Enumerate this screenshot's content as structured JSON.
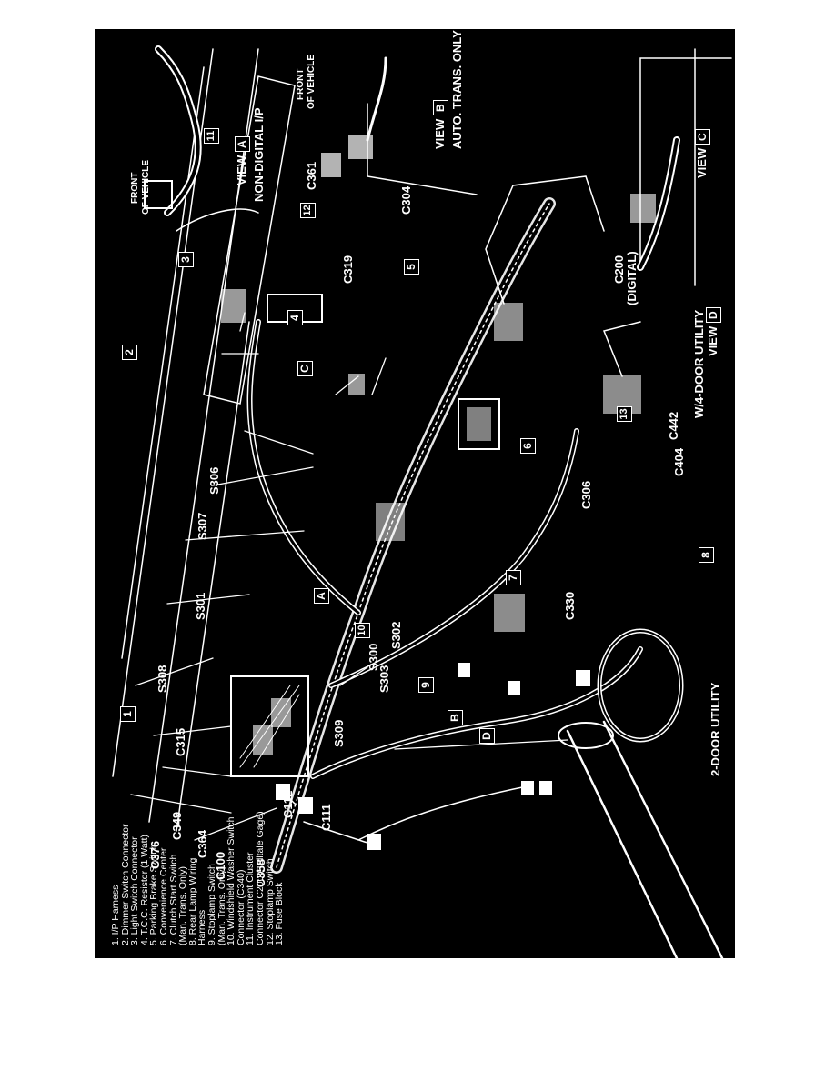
{
  "legend": [
    "1. I/P Harness",
    "2. Dimmer Switch Connector",
    "3. Light Switch Connector",
    "4. T.C.C. Resistor (1 Watt)",
    "5. Parking Brake Switch",
    "6. Convenience Center",
    "7. Clutch Start Switch",
    "    (Man. Trans. Only)",
    "8. Rear Lamp Wiring",
    "    Harness",
    "9. Stoplamp Switch",
    "    (Man. Trans. Only)",
    "10. Windshield Washer Switch",
    "    Connector (C340)",
    "11. Instrument Cluster",
    "    Connector C200 (Telltale Gage)",
    "12. Stoplamp Switch",
    "13. Fuse Block"
  ],
  "callouts": {
    "n1": "1",
    "n2": "2",
    "n3": "3",
    "n4": "4",
    "n5": "5",
    "n6": "6",
    "n7": "7",
    "n8": "8",
    "n9": "9",
    "n10": "10",
    "n11": "11",
    "n12": "12",
    "n13": "13",
    "vA": "A",
    "vB": "B",
    "vC": "C",
    "vD": "D",
    "vA2": "A",
    "vB2": "B",
    "vC2": "C",
    "vD2": "D"
  },
  "labels": {
    "c315": "C315",
    "s308": "S308",
    "s301": "S301",
    "s307": "S307",
    "s306": "S306",
    "s309": "S309",
    "s300": "S300",
    "s302": "S302",
    "s303": "S303",
    "c349": "C349",
    "c364": "C364",
    "c376": "C376",
    "c358": "C358",
    "c100": "C100",
    "c112": "C112",
    "c111": "C111",
    "c330": "C330",
    "c306": "C306",
    "c404": "C404",
    "c442": "C442",
    "c319": "C319",
    "c200": "C200",
    "digital": "(DIGITAL)",
    "c304": "C304",
    "c361": "C361",
    "two_door": "2-DOOR UTILITY",
    "four_door": "W/4-DOOR UTILITY",
    "view_word": "VIEW",
    "non_digital": "NON-DIGITAL I/P",
    "auto_trans": "AUTO. TRANS. ONLY",
    "front_a1": "FRONT",
    "front_a2": "OF VEHICLE",
    "front_b1": "FRONT",
    "front_b2": "OF VEHICLE"
  }
}
